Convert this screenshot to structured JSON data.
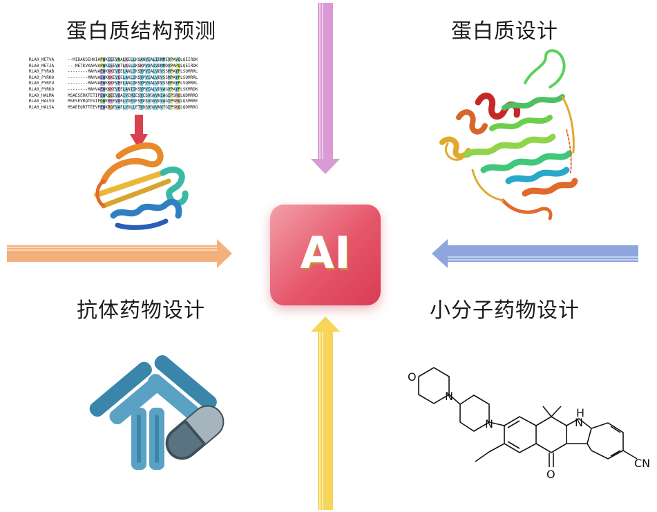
{
  "center": {
    "label": "AI"
  },
  "quadrants": {
    "protein_structure_prediction": {
      "title": "蛋白质结构预测"
    },
    "protein_design": {
      "title": "蛋白质设计"
    },
    "antibody_drug_design": {
      "title": "抗体药物设计"
    },
    "small_molecule_drug_design": {
      "title": "小分子药物设计"
    }
  },
  "alignment": {
    "rows": [
      {
        "name": "RLA0_METVA",
        "seq": "--MIDAKSEHKIAPWKIEEVNALKELLKSANVIALIDMMEVPAVQLQEIRDK"
      },
      {
        "name": "RLA0_METJA",
        "seq": "---METKVKAHVAPWKIEEVKTLKGLIKSKPVVAIVDMMDVPAPQLQEIRDK"
      },
      {
        "name": "RLA0_PYRAB",
        "seq": "--------MAHVAEWKKKEVEELANLIKSYPVIALVDVSSMPAYPLSQMRRL"
      },
      {
        "name": "RLA0_PYRHO",
        "seq": "--------MAHVAEWKKKEVEELAKLIKSYPVIALVDVSSMPAYPLSQMRRL"
      },
      {
        "name": "RLA0_PYRFU",
        "seq": "--------MAHVAEWKKKEVEELANLIKSYPVVALVDVSSMPAYPLSQMRRL"
      },
      {
        "name": "RLA0_PYRKO",
        "seq": "--------MAHVAEWKKKEVEELANIIKSYPVIALVDVAGVPAYPLSKMRDK"
      },
      {
        "name": "RLA0_HALMA",
        "seq": "MSAESERKTETIPEWKQEEVDAIVEMIESYESVGVVNIAGIPSRQLQDMRRD"
      },
      {
        "name": "RLA0_HALVO",
        "seq": "MSESEVRQTEVIPQWKREEVDELVDFIESYESVGVVGVAGIPSRQLQSMRRE"
      },
      {
        "name": "RLA0_HALSA",
        "seq": "MSAEEQRTTEEVPEWKRQEVAELVDLLETYDSVGVVNVTGIPSKQLQDMRRG"
      }
    ]
  },
  "molecule": {
    "atoms": [
      "O",
      "N",
      "N",
      "H",
      "N",
      "O",
      "CN"
    ]
  },
  "colors": {
    "arrow_top": "#d99ad6",
    "arrow_left": "#f4b07c",
    "arrow_right": "#8ea6dc",
    "arrow_bottom": "#f6d55a",
    "ai_box": "#e5566a",
    "down_arrow": "#d9414f"
  },
  "icons": {
    "helix_small": "protein-ribbon-icon",
    "helix_large": "protein-ribbon-icon",
    "antibody": "antibody-icon",
    "pill": "capsule-icon"
  }
}
